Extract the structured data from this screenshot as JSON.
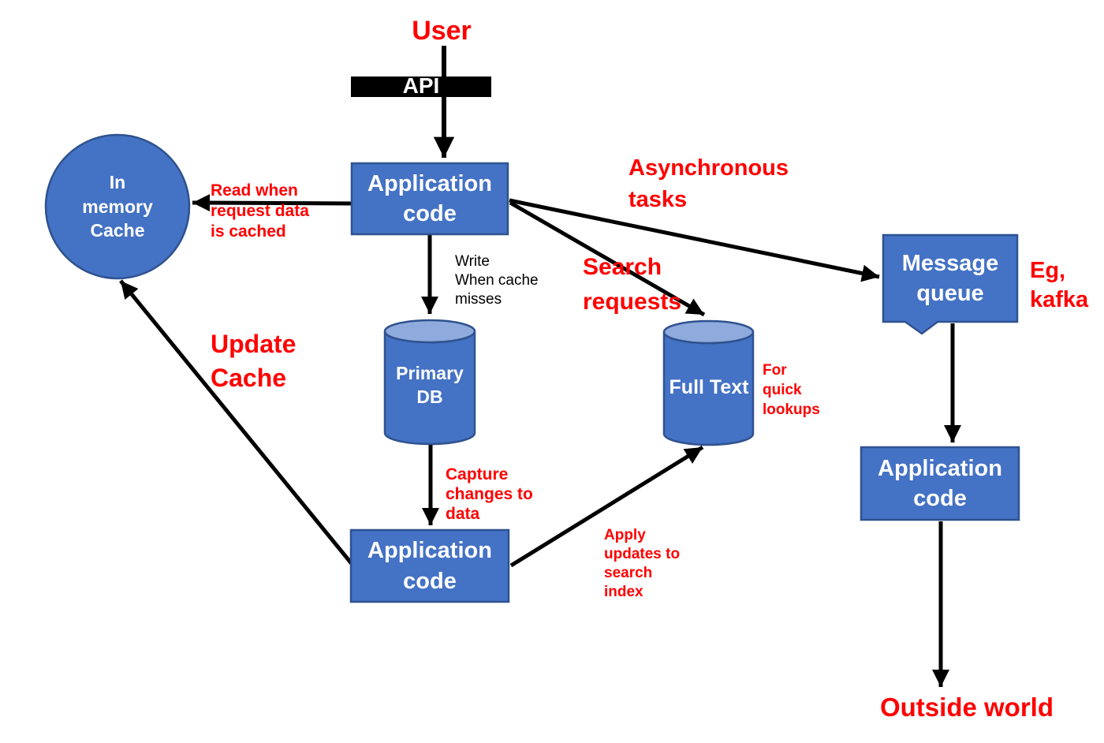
{
  "colors": {
    "shape_fill": "#4472C4",
    "shape_border": "#2F528F",
    "cylinder_top": "#8FAADC",
    "api_bar": "#000000",
    "annotation_red": "#FF0000",
    "arrow": "#000000",
    "node_text": "#FFFFFF"
  },
  "nodes": {
    "user": "User",
    "api": "API",
    "app_code_top": "Application\ncode",
    "in_memory_cache": "In\nmemory\nCache",
    "primary_db": "Primary\nDB",
    "full_text": "Full Text",
    "message_queue": "Message\nqueue",
    "app_code_cdc": "Application\ncode",
    "app_code_consumer": "Application\ncode",
    "outside_world": "Outside world"
  },
  "annotations": {
    "read_when": "Read when\nrequest data\nis cached",
    "write_when": "Write\nWhen cache\nmisses",
    "async_tasks": "Asynchronous\ntasks",
    "search_requests": "Search\nrequests",
    "update_cache": "Update\nCache",
    "capture_changes": "Capture\nchanges to\ndata",
    "apply_updates": "Apply\nupdates to\nsearch\nindex",
    "for_quick": "For\nquick\nlookups",
    "eg_kafka": "Eg,\nkafka"
  },
  "edges": [
    {
      "from": "user",
      "to": "app_code_top",
      "via": "api"
    },
    {
      "from": "app_code_top",
      "to": "in_memory_cache",
      "label_key": "read_when"
    },
    {
      "from": "app_code_top",
      "to": "primary_db",
      "label_key": "write_when"
    },
    {
      "from": "app_code_top",
      "to": "message_queue",
      "label_key": "async_tasks"
    },
    {
      "from": "app_code_top",
      "to": "full_text",
      "label_key": "search_requests"
    },
    {
      "from": "primary_db",
      "to": "app_code_cdc",
      "label_key": "capture_changes"
    },
    {
      "from": "app_code_cdc",
      "to": "in_memory_cache",
      "label_key": "update_cache"
    },
    {
      "from": "app_code_cdc",
      "to": "full_text",
      "label_key": "apply_updates"
    },
    {
      "from": "message_queue",
      "to": "app_code_consumer"
    },
    {
      "from": "app_code_consumer",
      "to": "outside_world"
    }
  ],
  "node_notes": {
    "message_queue": "eg_kafka",
    "full_text": "for_quick"
  }
}
